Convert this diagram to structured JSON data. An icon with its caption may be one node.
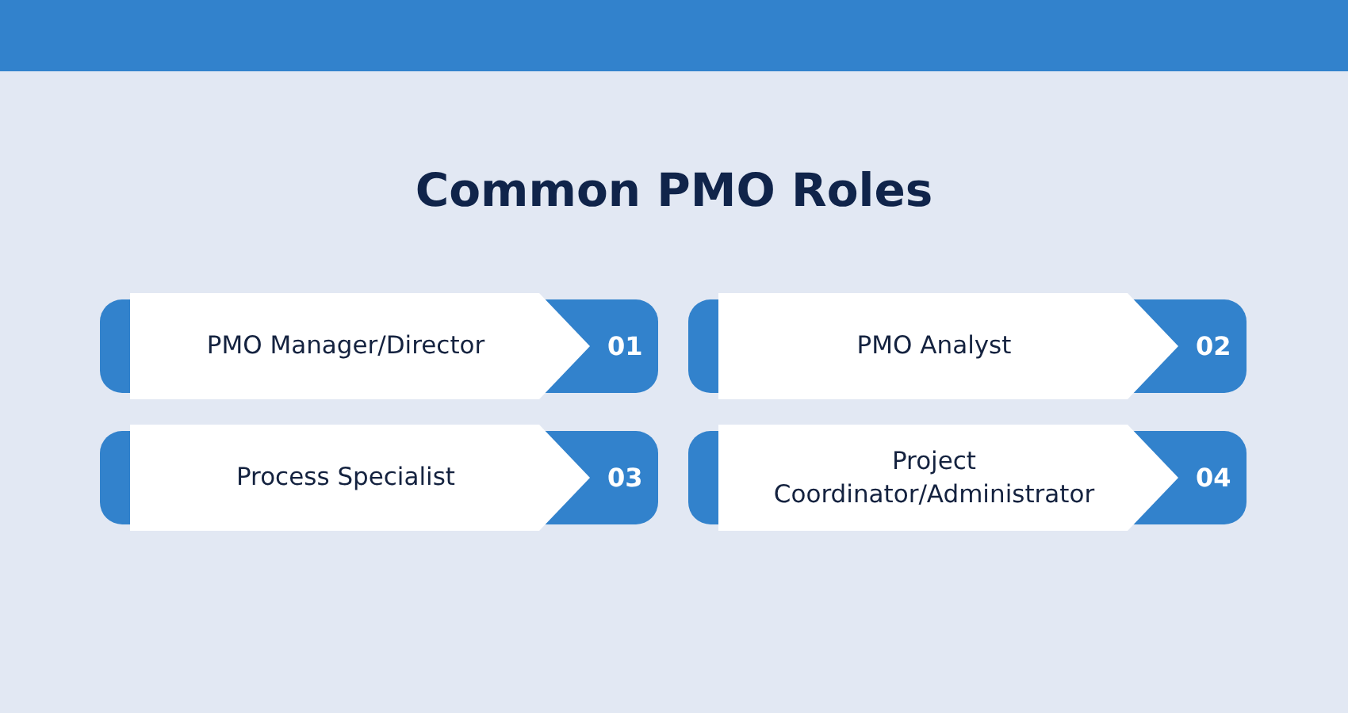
{
  "diagram": {
    "title": "Common PMO Roles",
    "nodes": [
      {
        "text": [
          "PMO Manager/Director",
          "01"
        ]
      },
      {
        "text": [
          "PMO Analyst",
          "02"
        ]
      },
      {
        "text": [
          "Process Specialist",
          "03"
        ]
      },
      {
        "text": [
          "Project Coordinator/Administrator",
          "04"
        ]
      }
    ]
  }
}
